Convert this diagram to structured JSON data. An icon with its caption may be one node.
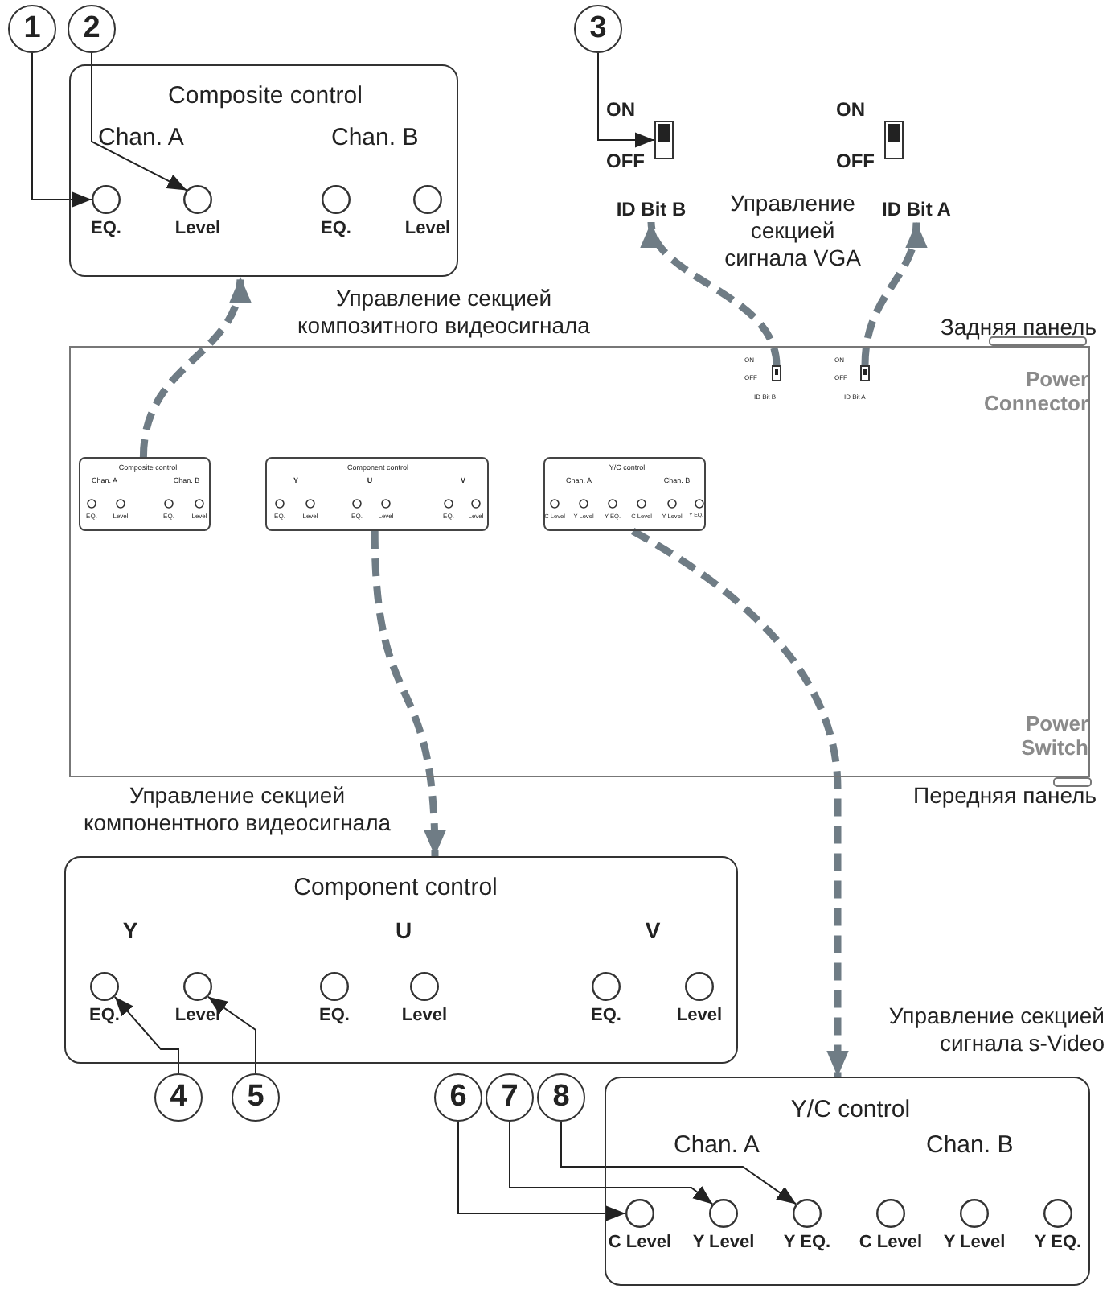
{
  "diagram": {
    "nodes": [
      {
        "text": [
          "1"
        ]
      },
      {
        "text": [
          "2"
        ]
      },
      {
        "text": [
          "Composite control",
          "Chan. A",
          "Chan. B"
        ]
      },
      {
        "text": [],
        "shape": "circle",
        "in": 2,
        "beside": [
          "EQ."
        ]
      },
      {
        "text": [],
        "shape": "circle",
        "in": 2,
        "beside": [
          "Level"
        ]
      },
      {
        "text": [],
        "shape": "circle",
        "in": 2,
        "beside": [
          "EQ."
        ]
      },
      {
        "text": [],
        "shape": "circle",
        "in": 2,
        "beside": [
          "Level"
        ]
      },
      {
        "text": [
          "3"
        ]
      },
      {
        "text": [
          "ON",
          "OFF"
        ]
      },
      {
        "text": [
          "ON",
          "OFF"
        ]
      },
      {
        "text": [
          "ID Bit B"
        ]
      },
      {
        "text": [
          "ID Bit A"
        ]
      },
      {
        "text": [
          "Power Connector",
          "Power Switch"
        ]
      },
      {
        "text": [
          "ON",
          "OFF",
          "ID Bit B"
        ],
        "in": 12
      },
      {
        "text": [
          "ON",
          "OFF",
          "ID Bit A"
        ],
        "in": 12
      },
      {
        "text": [
          "Composite control",
          "Chan. A",
          "Chan. B",
          "EQ.",
          "Level",
          "EQ.",
          "Level"
        ],
        "in": 12
      },
      {
        "text": [
          "Component control",
          "Y",
          "U",
          "V",
          "EQ.",
          "Level",
          "EQ.",
          "Level",
          "EQ.",
          "Level"
        ],
        "in": 12
      },
      {
        "text": [
          "Y/C control",
          "Chan. A",
          "Chan. B",
          "C Level",
          "Y Level",
          "Y EQ.",
          "C Level",
          "Y Level",
          "Y EQ."
        ],
        "in": 12
      },
      {
        "text": [
          "Component control",
          "Y",
          "U",
          "V"
        ]
      },
      {
        "text": [],
        "shape": "circle",
        "in": 18,
        "beside": [
          "EQ."
        ]
      },
      {
        "text": [],
        "shape": "circle",
        "in": 18,
        "beside": [
          "Level"
        ]
      },
      {
        "text": [],
        "shape": "circle",
        "in": 18,
        "beside": [
          "EQ."
        ]
      },
      {
        "text": [],
        "shape": "circle",
        "in": 18,
        "beside": [
          "Level"
        ]
      },
      {
        "text": [],
        "shape": "circle",
        "in": 18,
        "beside": [
          "EQ."
        ]
      },
      {
        "text": [],
        "shape": "circle",
        "in": 18,
        "beside": [
          "Level"
        ]
      },
      {
        "text": [
          "4"
        ]
      },
      {
        "text": [
          "5"
        ]
      },
      {
        "text": [
          "6"
        ]
      },
      {
        "text": [
          "7"
        ]
      },
      {
        "text": [
          "8"
        ]
      },
      {
        "text": [
          "Y/C control",
          "Chan. A",
          "Chan. B"
        ]
      },
      {
        "text": [],
        "shape": "circle",
        "in": 30,
        "beside": [
          "C Level"
        ]
      },
      {
        "text": [],
        "shape": "circle",
        "in": 30,
        "beside": [
          "Y Level"
        ]
      },
      {
        "text": [],
        "shape": "circle",
        "in": 30,
        "beside": [
          "Y EQ."
        ]
      },
      {
        "text": [],
        "shape": "circle",
        "in": 30,
        "beside": [
          "C Level"
        ]
      },
      {
        "text": [],
        "shape": "circle",
        "in": 30,
        "beside": [
          "Y Level"
        ]
      },
      {
        "text": [],
        "shape": "circle",
        "in": 30,
        "beside": [
          "Y EQ."
        ]
      }
    ],
    "edges": [
      {
        "from": 0,
        "to": 3,
        "arrow": "to"
      },
      {
        "from": 1,
        "to": 4,
        "arrow": "to"
      },
      {
        "from": 7,
        "to": 8,
        "arrow": "to"
      },
      {
        "from": 25,
        "to": 19,
        "arrow": "to"
      },
      {
        "from": 26,
        "to": 20,
        "arrow": "to"
      },
      {
        "from": 27,
        "to": 31,
        "arrow": "to"
      },
      {
        "from": 28,
        "to": 32,
        "arrow": "to"
      },
      {
        "from": 29,
        "to": 33,
        "arrow": "to"
      },
      {
        "from": 15,
        "to": 2,
        "arrow": "to",
        "style": "dashed",
        "color": "#6f7c85"
      },
      {
        "from": 13,
        "to": 10,
        "arrow": "to",
        "style": "dashed",
        "color": "#6f7c85"
      },
      {
        "from": 14,
        "to": 11,
        "arrow": "to",
        "style": "dashed",
        "color": "#6f7c85"
      },
      {
        "from": 16,
        "to": 18,
        "arrow": "to",
        "style": "dashed",
        "color": "#6f7c85"
      },
      {
        "from": 17,
        "to": 30,
        "arrow": "to",
        "style": "dashed",
        "color": "#6f7c85"
      }
    ],
    "labels": [
      "Управление секцией композитного видеосигнала",
      "Управление секцией сигнала VGA",
      "Задняя панель",
      "Передняя панель",
      "Управление секцией компонентного видеосигнала",
      "Управление секцией сигнала s-Video"
    ]
  }
}
